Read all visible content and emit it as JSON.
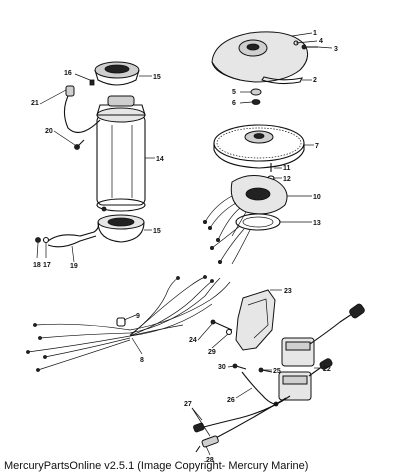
{
  "callouts": {
    "c1": "1",
    "c2": "2",
    "c3": "3",
    "c4": "4",
    "c5": "5",
    "c6": "6",
    "c7": "7",
    "c8": "8",
    "c9": "9",
    "c10": "10",
    "c11": "11",
    "c12": "12",
    "c13": "13",
    "c14": "14",
    "c15a": "15",
    "c15b": "15",
    "c16": "16",
    "c17": "17",
    "c18": "18",
    "c19": "19",
    "c20": "20",
    "c21": "21",
    "c22": "22",
    "c23": "23",
    "c24": "24",
    "c25": "25",
    "c26": "26",
    "c27": "27",
    "c28": "28",
    "c29": "29",
    "c30": "30"
  },
  "footer": "MercuryPartsOnline v2.5.1 (Image Copyright- Mercury Marine)"
}
